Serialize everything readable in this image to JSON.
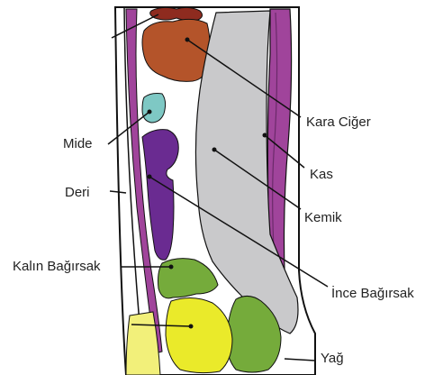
{
  "labels": {
    "mide": "Mide",
    "deri": "Deri",
    "kalin_bagirsak": "Kalın Bağırsak",
    "kara_ciger": "Kara Ciğer",
    "kas": "Kas",
    "kemik": "Kemik",
    "ince_bagirsak": "İnce Bağırsak",
    "yag": "Yağ"
  },
  "colors": {
    "skin_outline": "#111111",
    "muscle": "#a0449b",
    "muscle_dark": "#6b2a6a",
    "liver": "#b4542a",
    "liver_top": "#8e2b1f",
    "stomach": "#7ec8c4",
    "large_intestine": "#6a2b91",
    "bone": "#c9c9cb",
    "small_intestine": "#75ab3b",
    "fat": "#f2f07a",
    "fat_bright": "#eaea2a",
    "leader_line": "#111111"
  }
}
